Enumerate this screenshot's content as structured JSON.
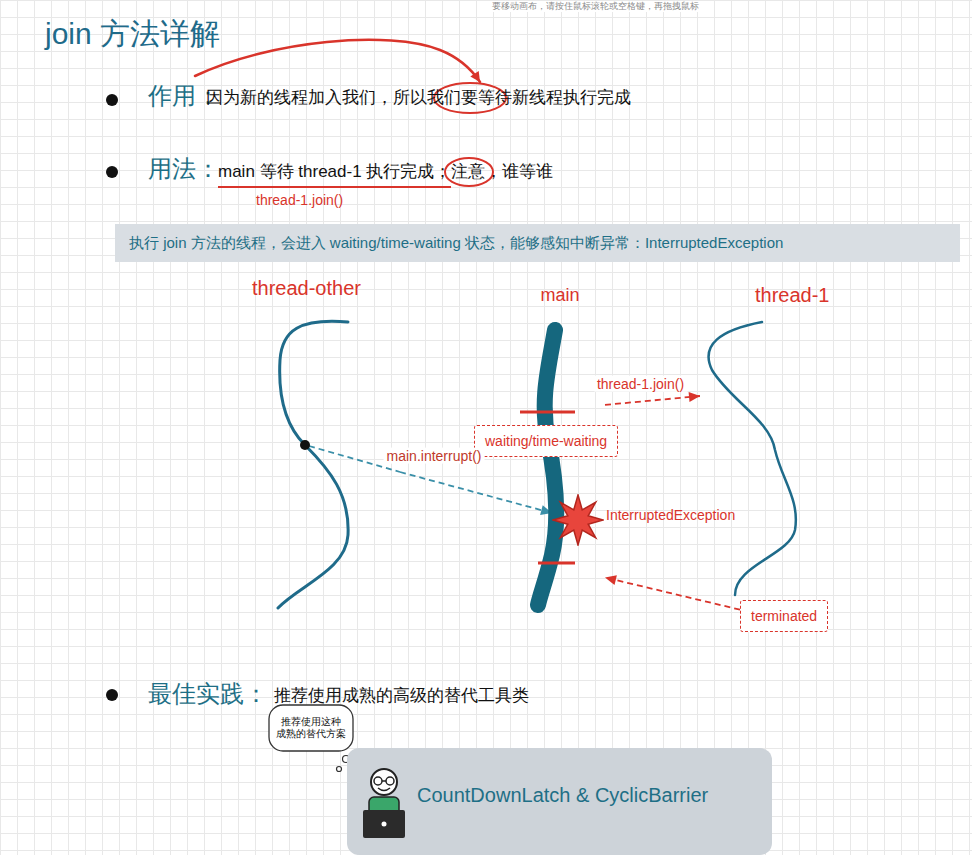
{
  "diagram": {
    "title": "join 方法详解",
    "nodes": [
      {
        "text": [
          "执行 join 方法的线程，会进入 waiting/time-waiting 状态，能够感知中断异常：InterruptedException"
        ]
      },
      {
        "text": [
          "thread-other"
        ]
      },
      {
        "text": [
          "main"
        ]
      },
      {
        "text": [
          "thread-1"
        ]
      },
      {
        "text": [
          "waiting/time-waiting"
        ]
      },
      {
        "text": [
          "InterruptedException"
        ]
      },
      {
        "text": [
          "terminated"
        ]
      },
      {
        "text": [
          "推荐使用这种 成熟的替代方案"
        ]
      },
      {
        "text": [
          "CountDownLatch & CyclicBarrier"
        ]
      }
    ],
    "edges": [
      {
        "from": 2,
        "to": 3,
        "arrow": "to",
        "label": "thread-1.join()"
      },
      {
        "from": 1,
        "to": 5,
        "arrow": "to",
        "label": "main.interrupt()"
      },
      {
        "from": 6,
        "to": 2,
        "arrow": "to"
      }
    ],
    "labels": [
      "要移动画布，请按住鼠标滚轮或空格键，再拖拽鼠标",
      "作用：",
      "因为新的线程加入我们，所以我们要等待新线程执行完成",
      "用法：",
      "main 等待 thread-1 执行完成；注意，谁等谁",
      "thread-1.join()",
      "最佳实践：",
      "推荐使用成熟的高级的替代工具类"
    ]
  }
}
